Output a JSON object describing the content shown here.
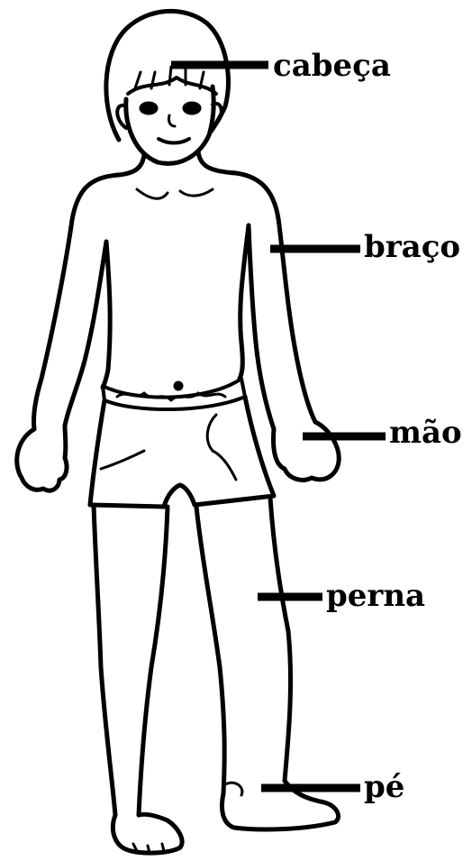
{
  "labels": {
    "head": "cabeça",
    "arm": "braço",
    "hand": "mão",
    "leg": "perna",
    "foot": "pé"
  },
  "colors": {
    "ink": "#000000",
    "paper": "#ffffff"
  }
}
